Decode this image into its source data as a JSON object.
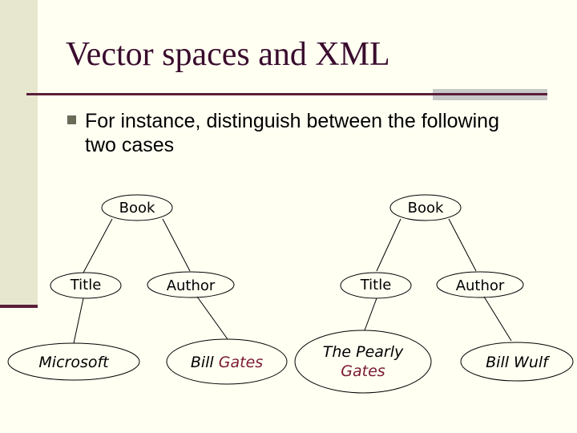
{
  "slide": {
    "title": "Vector spaces and XML",
    "bullet": "For instance, distinguish between the following two cases"
  },
  "trees": {
    "left": {
      "root": "Book",
      "title": "Title",
      "author": "Author",
      "title_value": "Microsoft",
      "author_value_first": "Bill",
      "author_value_second": "Gates"
    },
    "right": {
      "root": "Book",
      "title": "Title",
      "author": "Author",
      "title_value_line1": "The Pearly",
      "title_value_line2": "Gates",
      "author_value": "Bill Wulf"
    }
  },
  "colors": {
    "title": "#3A0C2E",
    "highlight": "#7A1A33",
    "rule": "#5A1E3A",
    "band": "#E7E7CF",
    "background": "#FFFFF2"
  }
}
